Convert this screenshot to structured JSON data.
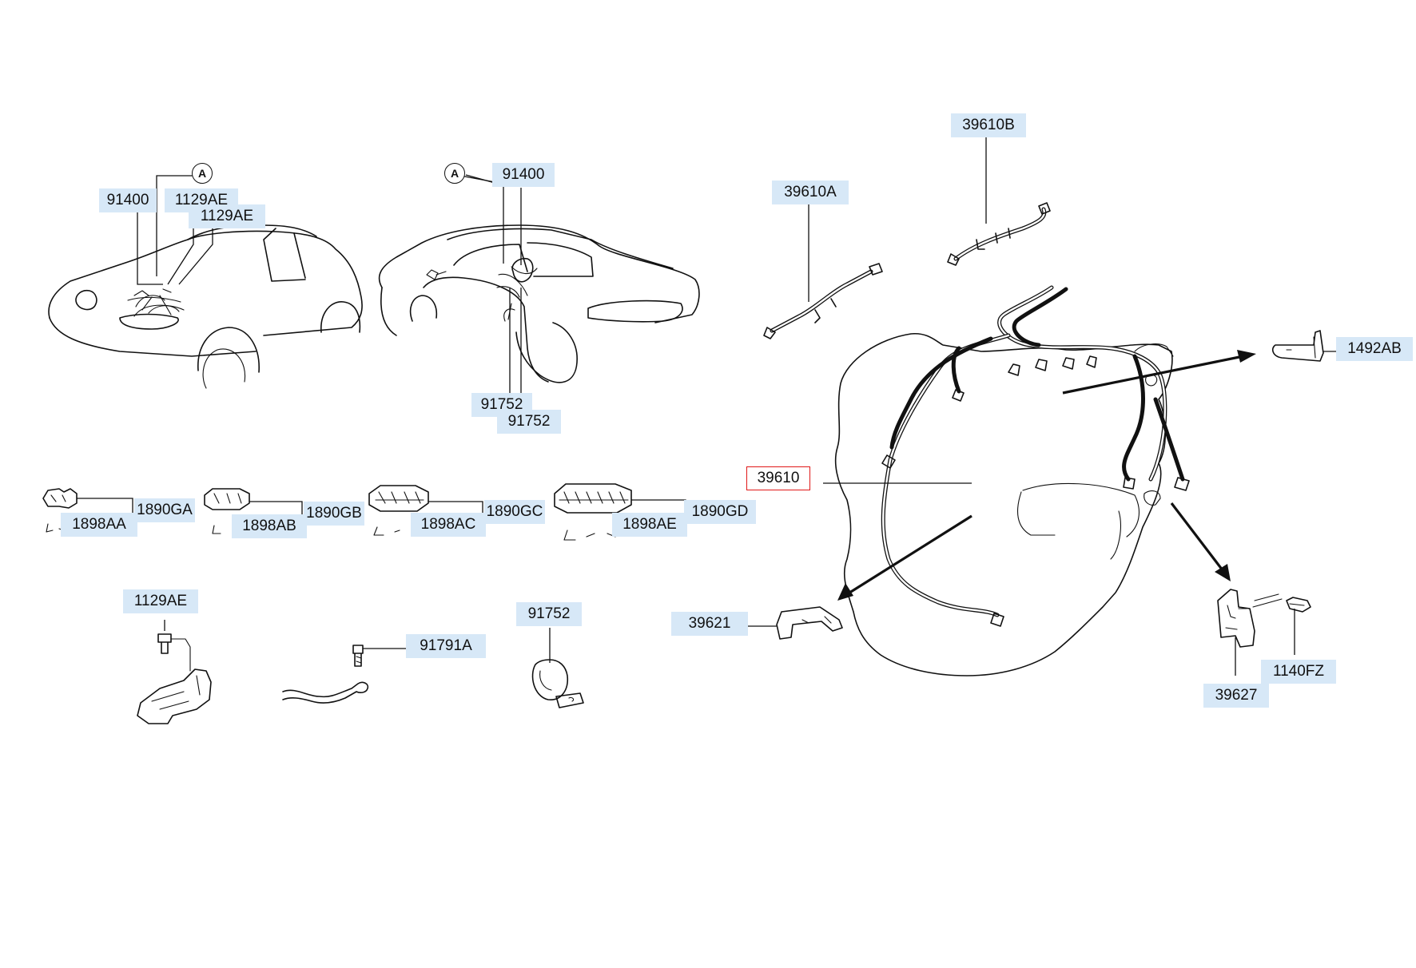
{
  "callouts": {
    "a1": "A",
    "a2": "A"
  },
  "labels": {
    "l91400_front": "91400",
    "l1129ae_front1": "1129AE",
    "l1129ae_front2": "1129AE",
    "l91400_rear": "91400",
    "l91752_rear1": "91752",
    "l91752_rear2": "91752",
    "l39610a": "39610A",
    "l39610b": "39610B",
    "l1492ab": "1492AB",
    "l39610": "39610",
    "l1890ga": "1890GA",
    "l1898aa": "1898AA",
    "l1890gb": "1890GB",
    "l1898ab": "1898AB",
    "l1890gc": "1890GC",
    "l1898ac": "1898AC",
    "l1890gd": "1890GD",
    "l1898ae": "1898AE",
    "l1129ae_bolt": "1129AE",
    "l91791a": "91791A",
    "l91752_clip": "91752",
    "l39621": "39621",
    "l39627": "39627",
    "l1140fz": "1140FZ"
  },
  "selected_part": "39610",
  "colors": {
    "label_highlight": "#d7e8f7",
    "selected_border": "#e01818",
    "line": "#111111"
  }
}
